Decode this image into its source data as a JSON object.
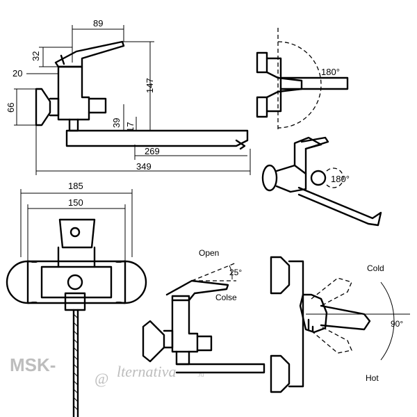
{
  "dimensions": {
    "d89": "89",
    "d32": "32",
    "d20": "20",
    "d66": "66",
    "d147": "147",
    "d39": "39",
    "d17": "17",
    "d269": "269",
    "d349": "349",
    "d185": "185",
    "d150": "150"
  },
  "angles": {
    "swivel_top": "180°",
    "swivel_side": "180°",
    "handle_range": "90°",
    "open_angle": "25°"
  },
  "labels": {
    "open": "Open",
    "close": "Colse",
    "cold": "Cold",
    "hot": "Hot"
  },
  "watermark": {
    "brand": "MSK-",
    "at": "@",
    "site": "lternativa",
    "tld": ".ru"
  }
}
